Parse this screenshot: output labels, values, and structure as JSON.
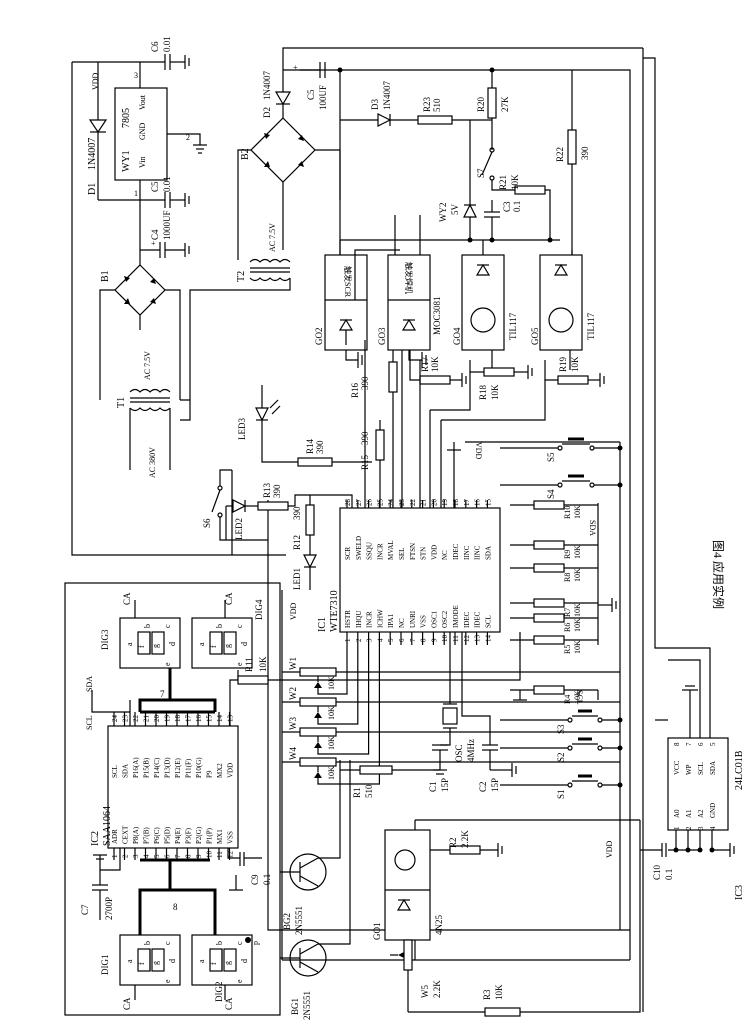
{
  "figure_caption": "图4 应用实例",
  "ic_labels": {
    "ic1": "IC1",
    "ic1_part": "WTE7310",
    "ic2": "IC2",
    "ic2_part": "SAA1064",
    "ic3": "IC3",
    "ic3_part": "24LC01B"
  },
  "ic1_left_pins": [
    {
      "num": "28",
      "name": "SCR"
    },
    {
      "num": "27",
      "name": "SWELD"
    },
    {
      "num": "26",
      "name": "SSQU"
    },
    {
      "num": "25",
      "name": "INCR"
    },
    {
      "num": "24",
      "name": "MVAL"
    },
    {
      "num": "23",
      "name": "SEL"
    },
    {
      "num": "22",
      "name": "FTSN"
    },
    {
      "num": "21",
      "name": "STN"
    },
    {
      "num": "20",
      "name": "VDD"
    },
    {
      "num": "19",
      "name": "NC"
    },
    {
      "num": "18",
      "name": "IDEC"
    },
    {
      "num": "17",
      "name": "IINC"
    },
    {
      "num": "16",
      "name": "IINC"
    },
    {
      "num": "15",
      "name": "SDA"
    }
  ],
  "ic1_right_pins": [
    {
      "num": "1",
      "name": "HSTR"
    },
    {
      "num": "2",
      "name": "IHQU"
    },
    {
      "num": "3",
      "name": "INCR"
    },
    {
      "num": "4",
      "name": "ICHW"
    },
    {
      "num": "5",
      "name": "IPA1"
    },
    {
      "num": "6",
      "name": "NC"
    },
    {
      "num": "7",
      "name": "UNRI"
    },
    {
      "num": "8",
      "name": "VSS"
    },
    {
      "num": "9",
      "name": "OSC1"
    },
    {
      "num": "10",
      "name": "OSC2"
    },
    {
      "num": "11",
      "name": "IMODE"
    },
    {
      "num": "12",
      "name": "IDEC"
    },
    {
      "num": "13",
      "name": "IDEC"
    },
    {
      "num": "14",
      "name": "SCL"
    }
  ],
  "ic2_pins_top": [
    {
      "num": "24",
      "name": "SCL"
    },
    {
      "num": "23",
      "name": "SDA"
    },
    {
      "num": "22",
      "name": "P16(A)"
    },
    {
      "num": "21",
      "name": "P15(B)"
    },
    {
      "num": "20",
      "name": "P14(C)"
    },
    {
      "num": "19",
      "name": "P13(D)"
    },
    {
      "num": "18",
      "name": "P12(E)"
    },
    {
      "num": "17",
      "name": "P11(F)"
    },
    {
      "num": "16",
      "name": "P10(G)"
    },
    {
      "num": "15",
      "name": "P9"
    },
    {
      "num": "14",
      "name": "MX2"
    },
    {
      "num": "13",
      "name": "VDD"
    }
  ],
  "ic2_pins_bottom": [
    {
      "num": "1",
      "name": "ADR"
    },
    {
      "num": "2",
      "name": "CEXT"
    },
    {
      "num": "3",
      "name": "P8(A)"
    },
    {
      "num": "4",
      "name": "P7(B)"
    },
    {
      "num": "5",
      "name": "P6(C)"
    },
    {
      "num": "6",
      "name": "P5(D)"
    },
    {
      "num": "7",
      "name": "P4(E)"
    },
    {
      "num": "8",
      "name": "P3(F)"
    },
    {
      "num": "9",
      "name": "P2(G)"
    },
    {
      "num": "10",
      "name": "P1(P)"
    },
    {
      "num": "11",
      "name": "MX1"
    },
    {
      "num": "12",
      "name": "VSS"
    }
  ],
  "ic3_pins": [
    {
      "num": "8",
      "name": "VCC"
    },
    {
      "num": "7",
      "name": "WP"
    },
    {
      "num": "6",
      "name": "SCL"
    },
    {
      "num": "5",
      "name": "SDA"
    },
    {
      "num": "1",
      "name": "A0"
    },
    {
      "num": "2",
      "name": "A1"
    },
    {
      "num": "3",
      "name": "A2"
    },
    {
      "num": "4",
      "name": "GND"
    }
  ],
  "power": {
    "reg": "WY1",
    "reg_part": "7805",
    "reg_pin_vout": "Vout",
    "reg_pin_gnd": "GND",
    "reg_pin_vin": "Vin",
    "reg_pin1": "1",
    "reg_pin2": "2",
    "reg_pin3": "3",
    "d1": "D1",
    "d1_val": "1N4007",
    "c6": "C6",
    "c6_val": "0.01",
    "c5a": "C5",
    "c5a_val": "0.01",
    "c4": "C4",
    "c4_val": "1000UF",
    "b1": "B1",
    "t1": "T1",
    "t1_val": "AC 7.5V",
    "ac380": "AC 380V",
    "vdd": "VDD"
  },
  "weld_supply": {
    "d2": "D2",
    "d2_val": "1N4007",
    "c5": "C5",
    "c5_val": "100UF",
    "b2": "B2",
    "t2": "T2",
    "t2_val": "AC 7.5V",
    "d3": "D3",
    "d3_val": "1N4007",
    "r23": "R23",
    "r23_val": "510",
    "r20": "R20",
    "r20_val": "27K",
    "r22": "R22",
    "r22_val": "390",
    "s7": "S7",
    "r21": "R21",
    "r21_val": "10K",
    "c3": "C3",
    "c3_val": "0.1",
    "wy2": "WY2",
    "wy2_val": "5V"
  },
  "optos": {
    "go2": "GO2",
    "go2_part": "触发SCR",
    "go3": "GO3",
    "go3_part": "MOC3081",
    "go3_label": "触发焊机",
    "go4": "GO4",
    "go4_part": "TIL117",
    "go5": "GO5",
    "go5_part": "TIL117",
    "go1": "GO1",
    "go1_part": "4N25"
  },
  "resistors": [
    {
      "ref": "R16",
      "val": "390"
    },
    {
      "ref": "R17",
      "val": "10K"
    },
    {
      "ref": "R18",
      "val": "10K"
    },
    {
      "ref": "R19",
      "val": "10K"
    },
    {
      "ref": "R15",
      "val": "390"
    },
    {
      "ref": "R14",
      "val": "390"
    },
    {
      "ref": "R13",
      "val": "390"
    },
    {
      "ref": "R12",
      "val": "390"
    },
    {
      "ref": "R11",
      "val": "10K"
    },
    {
      "ref": "R10",
      "val": "10K"
    },
    {
      "ref": "R9",
      "val": "10K"
    },
    {
      "ref": "R8",
      "val": "10K"
    },
    {
      "ref": "R7",
      "val": "10K"
    },
    {
      "ref": "R6",
      "val": "10K"
    },
    {
      "ref": "R5",
      "val": "10K"
    },
    {
      "ref": "R4",
      "val": "10K"
    },
    {
      "ref": "R3",
      "val": "10K"
    },
    {
      "ref": "R2",
      "val": "2.2K"
    },
    {
      "ref": "R1",
      "val": "510"
    }
  ],
  "pots": [
    {
      "ref": "W1",
      "val": "10K"
    },
    {
      "ref": "W2",
      "val": "10K"
    },
    {
      "ref": "W3",
      "val": "10K"
    },
    {
      "ref": "W4",
      "val": "10K"
    },
    {
      "ref": "W5",
      "val": "2.2K"
    }
  ],
  "switches": [
    "S1",
    "S2",
    "S3",
    "S4",
    "S5",
    "S6"
  ],
  "leds": [
    "LED1",
    "LED2",
    "LED3"
  ],
  "caps_misc": [
    {
      "ref": "C1",
      "val": "15P"
    },
    {
      "ref": "C2",
      "val": "15P"
    },
    {
      "ref": "C7",
      "val": "2700P"
    },
    {
      "ref": "C9",
      "val": "0.1"
    },
    {
      "ref": "C10",
      "val": "0.1"
    }
  ],
  "osc": {
    "ref": "OSC",
    "val": "4MHz"
  },
  "transistors": [
    {
      "ref": "BG1",
      "part": "2N5551"
    },
    {
      "ref": "BG2",
      "part": "2N5551"
    }
  ],
  "digits": {
    "dig1": "DIG1",
    "dig2": "DIG2",
    "dig3": "DIG3",
    "dig4": "DIG4",
    "ca": "CA",
    "seg_a": "a",
    "seg_b": "b",
    "seg_c": "c",
    "seg_d": "d",
    "seg_e": "e",
    "seg_f": "f",
    "seg_g": "g",
    "seg_p": "p"
  },
  "bus": {
    "sda": "SDA",
    "scl": "SCL",
    "bus8": "8",
    "bus7": "7"
  }
}
